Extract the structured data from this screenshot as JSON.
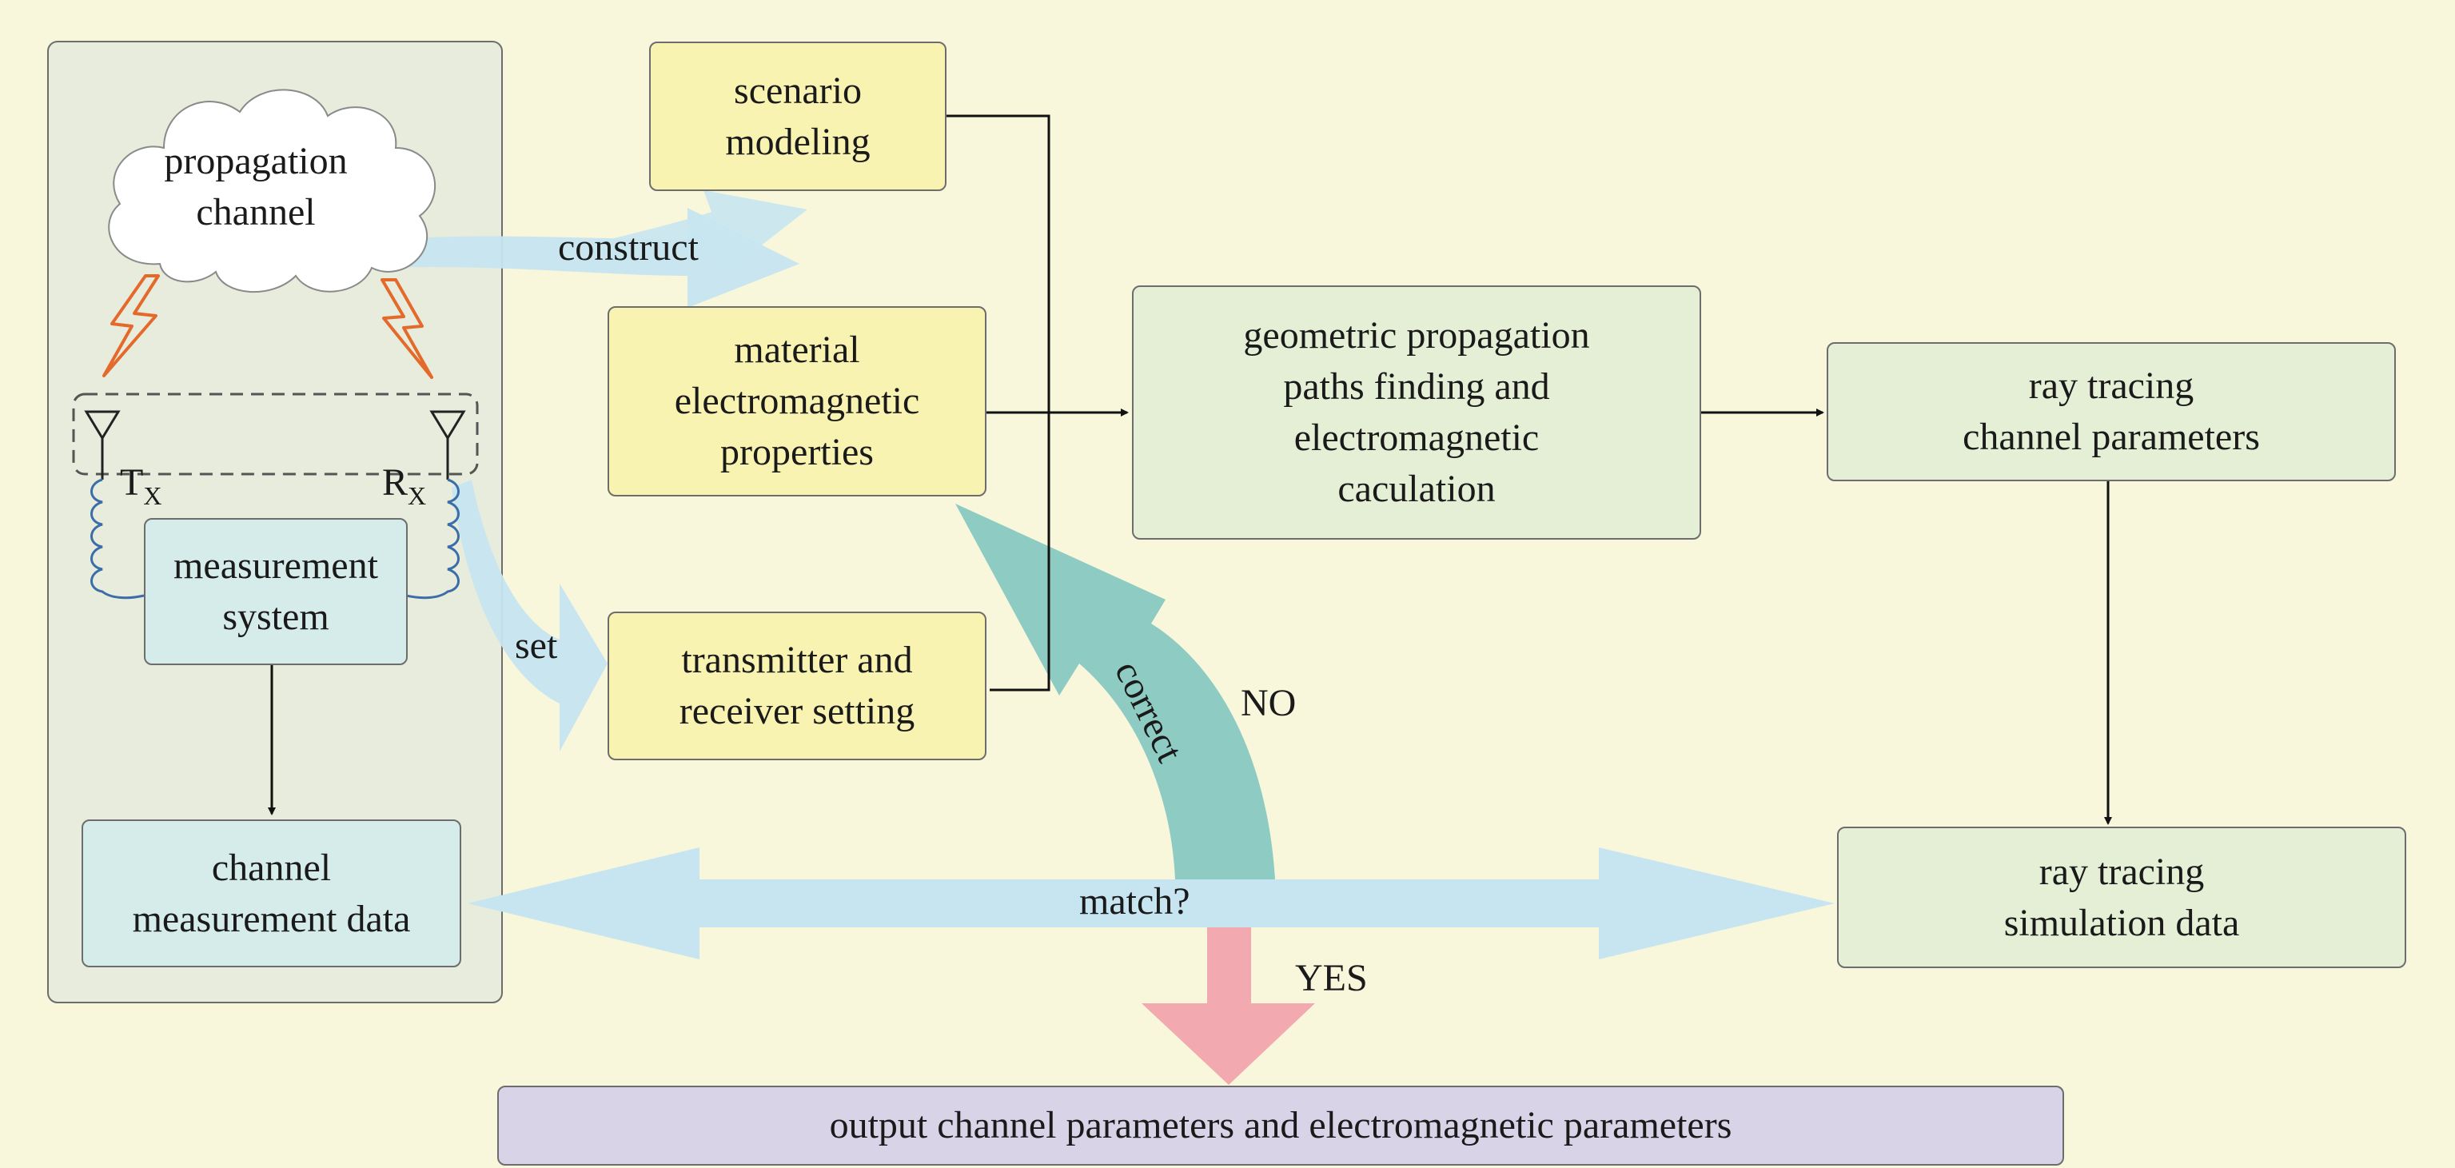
{
  "measurement_panel": {
    "cloud_label": "propagation\nchannel",
    "tx_label": "T",
    "tx_sub": "X",
    "rx_label": "R",
    "rx_sub": "X",
    "system_label": "measurement\nsystem",
    "data_label": "channel\nmeasurement data"
  },
  "inputs": {
    "scenario": "scenario\nmodeling",
    "material": "material\nelectromagnetic\nproperties",
    "transceiver": "transmitter and\nreceiver setting"
  },
  "process": {
    "geometric": "geometric propagation\npaths finding and\nelectromagnetic\ncaculation",
    "params": "ray tracing\nchannel parameters",
    "simulation": "ray tracing\nsimulation data"
  },
  "arrow_labels": {
    "construct": "construct",
    "set": "set",
    "match": "match?",
    "correct": "correct",
    "no": "NO",
    "yes": "YES"
  },
  "output": {
    "label": "output channel parameters and electromagnetic parameters"
  },
  "colors": {
    "background": "#f8f7dc",
    "yellow_box": "#f8f3b0",
    "green_box": "#e4efd6",
    "blue_box": "#d5ecea",
    "purple_box": "#d9d3e8",
    "panel": "#e8ecdc",
    "light_blue_arrow": "#c6e5f0",
    "teal_arrow": "#8dcbc3",
    "pink_arrow": "#f3a9b0",
    "lightning": "#e46a2b",
    "coil": "#3b6ea8"
  }
}
